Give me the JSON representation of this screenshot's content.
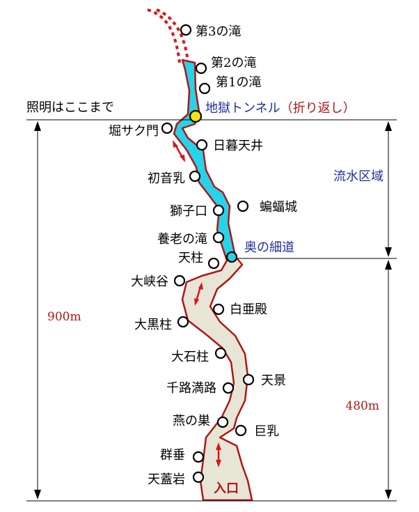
{
  "colors": {
    "water": "#27d3e8",
    "cave_fill": "#e7e6d6",
    "outline": "#b01515",
    "route_red": "#d8161b",
    "blue_text": "#1e2f9e",
    "turnaround": "#f2e310"
  },
  "top_note": "照明はここまで",
  "zones": {
    "water_zone": "流水区域"
  },
  "measurements": {
    "total": "900m",
    "lower": "480m"
  },
  "highlights": {
    "tunnel_label": "地獄トンネル",
    "tunnel_note": "（折り返し）",
    "oku_label": "奥の細道"
  },
  "entrance": "入口",
  "stations": [
    "第3の滝",
    "第2の滝",
    "第1の滝",
    "堀サク門",
    "日暮天井",
    "初音乳",
    "蝙蝠城",
    "獅子口",
    "養老の滝",
    "天柱",
    "大峡谷",
    "白亜殿",
    "大黒柱",
    "大石柱",
    "天景",
    "千路満路",
    "燕の巣",
    "巨乳",
    "群垂",
    "天蓋岩"
  ]
}
